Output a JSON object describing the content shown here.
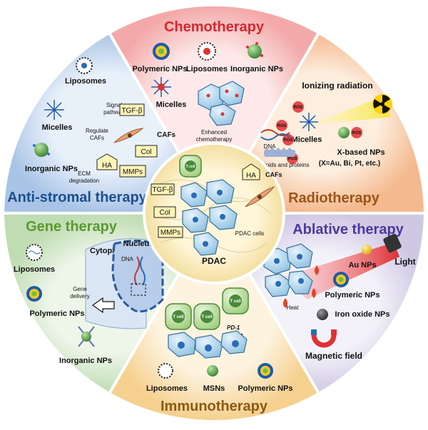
{
  "sectors": {
    "chemotherapy": {
      "title": "Chemotherapy",
      "items": [
        "Polymeric NPs",
        "Liposomes",
        "Inorganic NPs",
        "Micelles"
      ],
      "note": "Enhanced chemotherapy",
      "color": "#f4b3b3",
      "title_color": "#d7262f"
    },
    "radiotherapy": {
      "title": "Radiotherapy",
      "heading": "Ionizing radiation",
      "items": [
        "Micelles",
        "X-based NPs",
        "(X=Au, Bi, Pt, etc.)"
      ],
      "ros": "ROS",
      "dna": "DNA",
      "lipids": "Lipids and proteins",
      "color": "#f7c7a6",
      "title_color": "#9a5518"
    },
    "ablative": {
      "title": "Ablative therapy",
      "items": [
        "Au NPs",
        "Light",
        "Polymeric NPs",
        "Iron oxide NPs",
        "Magnetic field"
      ],
      "heat": "Heat",
      "color": "#d9d4ea",
      "title_color": "#4b3a9b"
    },
    "immunotherapy": {
      "title": "Immunotherapy",
      "items": [
        "Liposomes",
        "MSNs",
        "Polymeric NPs"
      ],
      "tcell": "T cell",
      "pd1": "PD-1",
      "pdl1": "PD-L1",
      "color": "#f6dca8",
      "title_color": "#8a5a14"
    },
    "gene": {
      "title": "Gene therapy",
      "items": [
        "Liposomes",
        "Polymeric NPs",
        "Inorganic NPs"
      ],
      "cytoplasm": "Cytoplasm",
      "nucleus": "Nucleus",
      "dna": "DNA",
      "delivery": "Gene delivery",
      "color": "#cfe4c6",
      "title_color": "#5a9a2f"
    },
    "antistromal": {
      "title": "Anti-stromal therapy",
      "items": [
        "Liposomes",
        "Micelles",
        "Inorganic NPs"
      ],
      "signal": "Signal pathway",
      "regulate": "Regulate CAFs",
      "ecm": "ECM degradation",
      "cafs": "CAFs",
      "tgfb": "TGF-β",
      "col": "Col",
      "ha": "HA",
      "mmps": "MMPs",
      "color": "#c6d8ee",
      "title_color": "#1f4f8f"
    }
  },
  "center": {
    "title": "PDAC",
    "cells": "PDAC cells",
    "cafs": "CAFs",
    "tcell": "T cell",
    "tgfb": "TGF-β",
    "col": "Col",
    "mmps": "MMPs",
    "ha": "HA"
  }
}
